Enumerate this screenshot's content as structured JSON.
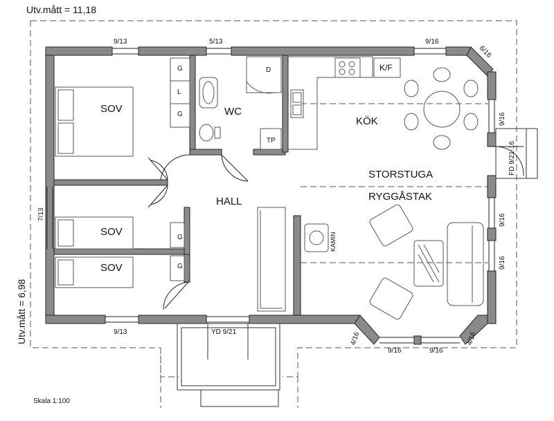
{
  "dimensions": {
    "width_label": "Utv.mått = 11,18",
    "depth_label": "Utv.mått = 6,98"
  },
  "scale": "Skala 1:100",
  "rooms": {
    "sov1": "SOV",
    "sov2": "SOV",
    "sov3": "SOV",
    "wc": "WC",
    "hall": "HALL",
    "kok": "KÖK",
    "storstuga": "STORSTUGA",
    "ryggastak": "RYGGÅSTAK"
  },
  "fixtures": {
    "g1": "G",
    "l": "L",
    "g2": "G",
    "d": "D",
    "tp": "TP",
    "kf": "K/F",
    "kamin": "KAMIN",
    "g3": "G",
    "g4": "G"
  },
  "windows": {
    "top_sov": "9/13",
    "top_wc": "5/13",
    "top_kok": "9/16",
    "corner_tr": "6/16",
    "right_kok": "9/16",
    "door_fd": "FD 9/21-16",
    "right_mid": "9/16",
    "right_low": "9/16",
    "left_sov": "7/13",
    "bottom_sov": "9/13",
    "door_yd": "YD 9/21",
    "corner_bl": "4/16",
    "bottom_1": "9/16",
    "bottom_2": "9/16",
    "corner_br": "4/16"
  }
}
